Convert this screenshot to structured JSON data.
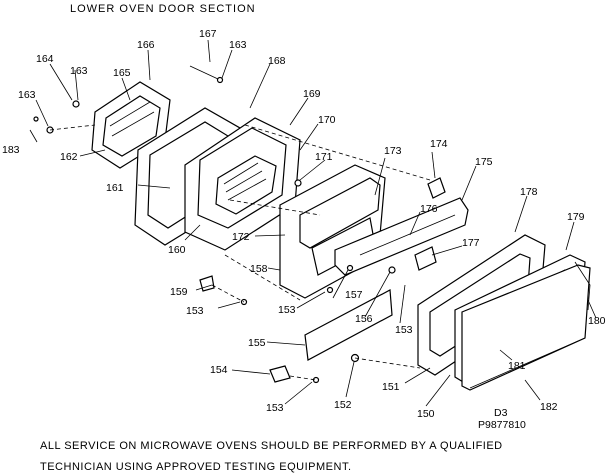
{
  "title": "LOWER OVEN DOOR SECTION",
  "footer": {
    "line1": "ALL SERVICE ON MICROWAVE OVENS SHOULD BE PERFORMED BY A QUALIFIED",
    "line2": "TECHNICIAN USING APPROVED TESTING EQUIPMENT."
  },
  "code": {
    "line1": "D3",
    "line2": "P9877810"
  },
  "labels": {
    "p150": "150",
    "p151": "151",
    "p152": "152",
    "p153a": "153",
    "p153b": "153",
    "p153c": "153",
    "p153d": "153",
    "p154": "154",
    "p155": "155",
    "p156": "156",
    "p157": "157",
    "p158": "158",
    "p159": "159",
    "p160": "160",
    "p161": "161",
    "p162": "162",
    "p163a": "163",
    "p163b": "163",
    "p163c": "163",
    "p164": "164",
    "p165": "165",
    "p166": "166",
    "p167": "167",
    "p168": "168",
    "p169": "169",
    "p170": "170",
    "p171": "171",
    "p172": "172",
    "p173": "173",
    "p174": "174",
    "p175": "175",
    "p176": "176",
    "p177": "177",
    "p178": "178",
    "p179": "179",
    "p180": "180",
    "p181": "181",
    "p182": "182",
    "p183": "183"
  }
}
